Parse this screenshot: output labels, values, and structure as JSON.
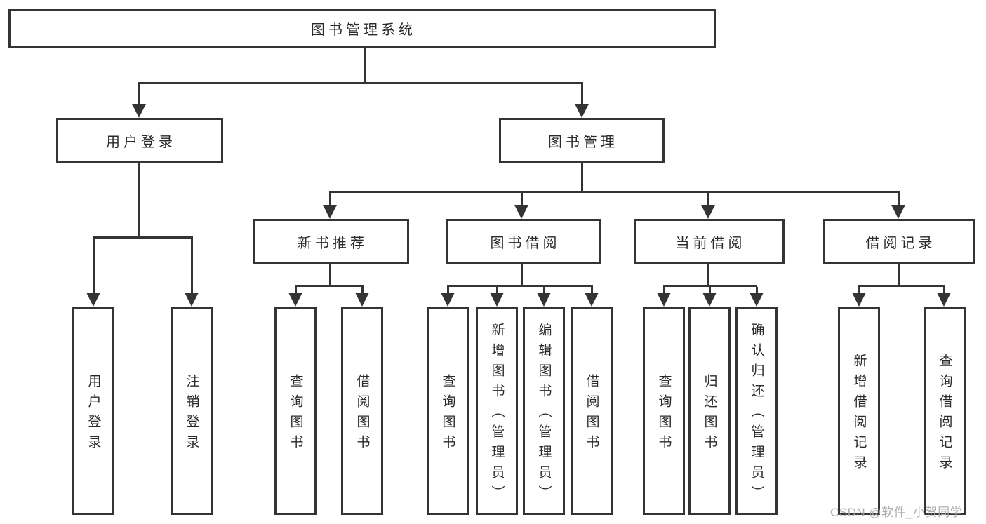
{
  "diagram": {
    "root": {
      "label": "图书管理系统"
    },
    "user_login": {
      "label": "用户登录",
      "children": [
        {
          "label": "用户登录"
        },
        {
          "label": "注销登录"
        }
      ]
    },
    "book_mgmt": {
      "label": "图书管理",
      "sections": [
        {
          "label": "新书推荐",
          "children": [
            {
              "label": "查询图书"
            },
            {
              "label": "借阅图书"
            }
          ]
        },
        {
          "label": "图书借阅",
          "children": [
            {
              "label": "查询图书"
            },
            {
              "label": "新增图书（管理员）"
            },
            {
              "label": "编辑图书（管理员）"
            },
            {
              "label": "借阅图书"
            }
          ]
        },
        {
          "label": "当前借阅",
          "children": [
            {
              "label": "查询图书"
            },
            {
              "label": "归还图书"
            },
            {
              "label": "确认归还（管理员）"
            }
          ]
        },
        {
          "label": "借阅记录",
          "children": [
            {
              "label": "新增借阅记录"
            },
            {
              "label": "查询借阅记录"
            }
          ]
        }
      ]
    }
  },
  "watermark": {
    "text": "CSDN @软件_小贺同学"
  },
  "colors": {
    "line": "#343434",
    "text": "#2a2a2a",
    "background": "#ffffff",
    "watermark": "#a8a8a8"
  }
}
